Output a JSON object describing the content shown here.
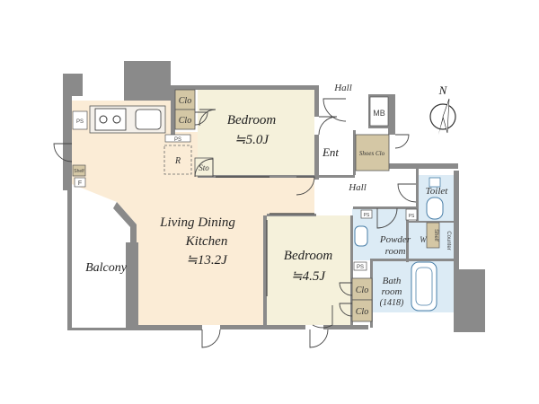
{
  "rooms": {
    "ldk_line1": "Living Dining",
    "ldk_line2": "Kitchen",
    "ldk_size": "≒13.2J",
    "bedroom1": "Bedroom",
    "bedroom1_size": "≒5.0J",
    "bedroom2": "Bedroom",
    "bedroom2_size": "≒4.5J",
    "balcony": "Balcony",
    "hall_top": "Hall",
    "hall": "Hall",
    "entrance": "Ent",
    "toilet": "Toilet",
    "powder_line1": "Powder",
    "powder_line2": "room",
    "bath_line1": "Bath",
    "bath_line2": "room",
    "bath_size": "(1418)"
  },
  "fixtures": {
    "clo": "Clo",
    "sto": "Sto",
    "mb": "MB",
    "shoes": "Shoes Clo",
    "ps": "PS",
    "refrigerator": "R",
    "shelf": "Shelf",
    "f": "F",
    "w": "W",
    "counter": "Counter"
  },
  "compass": {
    "north": "N"
  },
  "colors": {
    "wall": "#8a8a8a",
    "ldk": "#fbecd6",
    "bedroom": "#f5f1db",
    "wet": "#dcebf5",
    "closet": "#d4c7a5"
  }
}
